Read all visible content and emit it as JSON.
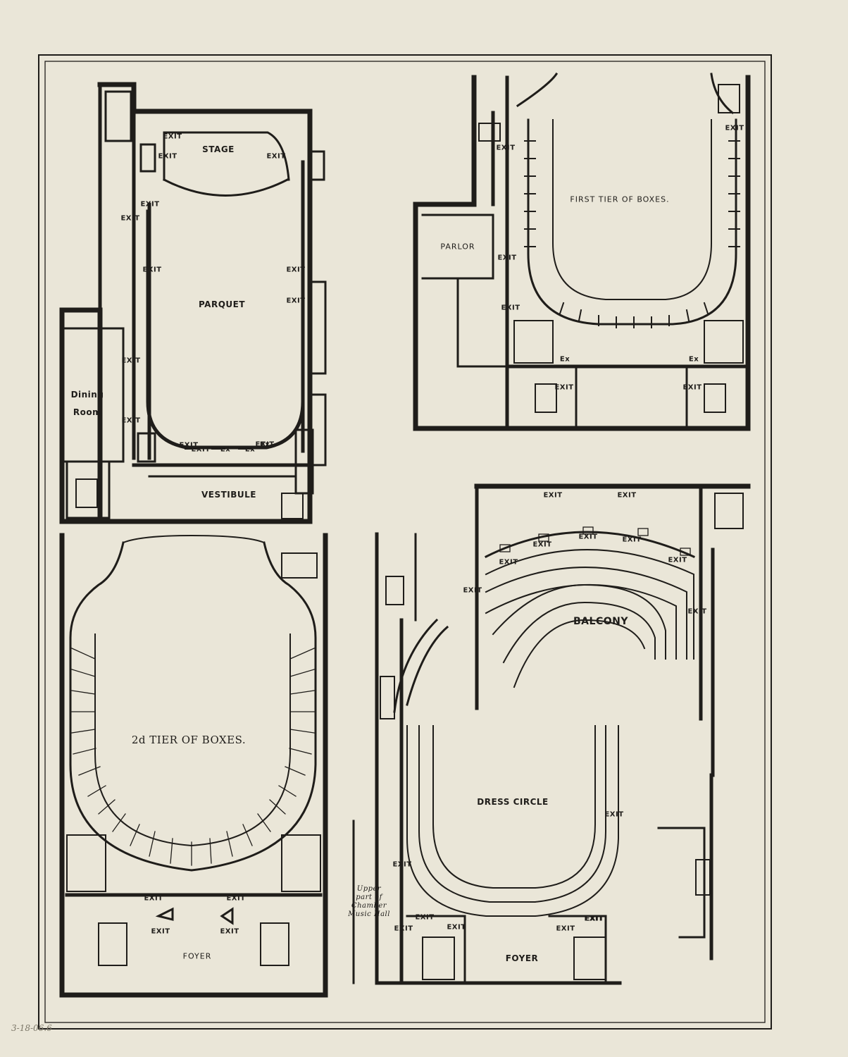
{
  "plans": [
    {
      "id": "parquet",
      "labels": [
        {
          "text": "STAGE",
          "kind": "room"
        },
        {
          "text": "EXIT",
          "kind": "exit"
        },
        {
          "text": "EXIT",
          "kind": "exit"
        },
        {
          "text": "EXIT",
          "kind": "exit"
        },
        {
          "text": "EXIT",
          "kind": "exit"
        },
        {
          "text": "EXIT",
          "kind": "exit"
        },
        {
          "text": "EXIT",
          "kind": "exit"
        },
        {
          "text": "EXIT",
          "kind": "exit"
        },
        {
          "text": "EXIT",
          "kind": "exit"
        },
        {
          "text": "PARQUET",
          "kind": "room"
        },
        {
          "text": "EXIT",
          "kind": "exit"
        },
        {
          "text": "EXIT",
          "kind": "exit"
        },
        {
          "text": "Dining",
          "kind": "room"
        },
        {
          "text": "Room",
          "kind": "room"
        },
        {
          "text": "EXIT",
          "kind": "exit"
        },
        {
          "text": "EXIT",
          "kind": "exit"
        },
        {
          "text": "Ex",
          "kind": "exit"
        },
        {
          "text": "Ex",
          "kind": "exit"
        },
        {
          "text": "Ex",
          "kind": "exit"
        },
        {
          "text": "EXIT",
          "kind": "exit"
        },
        {
          "text": "VESTIBULE",
          "kind": "room"
        }
      ]
    },
    {
      "id": "first-tier",
      "labels": [
        {
          "text": "EXIT",
          "kind": "exit"
        },
        {
          "text": "EXIT",
          "kind": "exit"
        },
        {
          "text": "FIRST TIER OF BOXES.",
          "kind": "thin"
        },
        {
          "text": "PARLOR",
          "kind": "thin"
        },
        {
          "text": "EXIT",
          "kind": "exit"
        },
        {
          "text": "EXIT",
          "kind": "exit"
        },
        {
          "text": "Ex",
          "kind": "exit"
        },
        {
          "text": "Ex",
          "kind": "exit"
        },
        {
          "text": "EXIT",
          "kind": "exit"
        },
        {
          "text": "EXIT",
          "kind": "exit"
        }
      ]
    },
    {
      "id": "second-tier",
      "labels": [
        {
          "text": "2d TIER OF BOXES.",
          "kind": "tier2"
        },
        {
          "text": "EXIT",
          "kind": "exit"
        },
        {
          "text": "EXIT",
          "kind": "exit"
        },
        {
          "text": "EXIT",
          "kind": "exit"
        },
        {
          "text": "EXIT",
          "kind": "exit"
        },
        {
          "text": "FOYER",
          "kind": "thin"
        }
      ]
    },
    {
      "id": "balcony-dress-circle",
      "labels": [
        {
          "text": "EXIT",
          "kind": "exit"
        },
        {
          "text": "EXIT",
          "kind": "exit"
        },
        {
          "text": "EXIT",
          "kind": "exit"
        },
        {
          "text": "EXIT",
          "kind": "exit"
        },
        {
          "text": "EXIT",
          "kind": "exit"
        },
        {
          "text": "EXIT",
          "kind": "exit"
        },
        {
          "text": "EXIT",
          "kind": "exit"
        },
        {
          "text": "EXIT",
          "kind": "exit"
        },
        {
          "text": "EXIT",
          "kind": "exit"
        },
        {
          "text": "BALCONY",
          "kind": "big"
        },
        {
          "text": "DRESS CIRCLE",
          "kind": "room"
        },
        {
          "text": "EXIT",
          "kind": "exit"
        },
        {
          "text": "EXIT",
          "kind": "exit"
        },
        {
          "text": "Upper part of Chamber Music Hall",
          "kind": "script"
        },
        {
          "text": "EXIT",
          "kind": "exit"
        },
        {
          "text": "EXIT",
          "kind": "exit"
        },
        {
          "text": "EXIT",
          "kind": "exit"
        },
        {
          "text": "EXIT",
          "kind": "exit"
        },
        {
          "text": "EXIT",
          "kind": "exit"
        },
        {
          "text": "EXIT",
          "kind": "exit"
        },
        {
          "text": "FOYER",
          "kind": "room"
        }
      ]
    }
  ],
  "sheet_ref": "3-18-06.6"
}
